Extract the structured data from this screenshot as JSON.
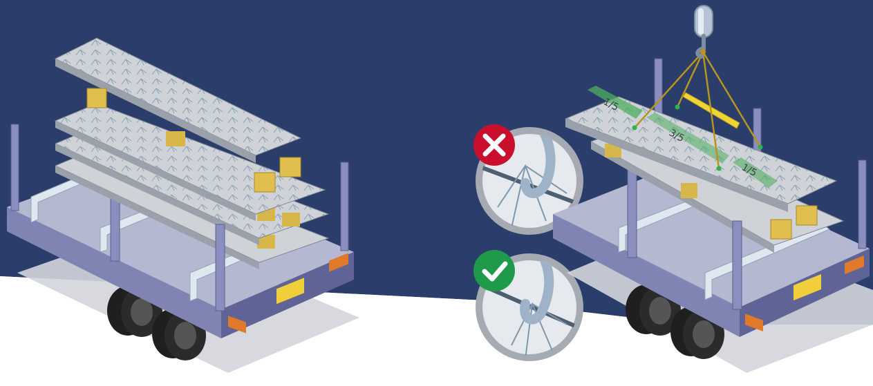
{
  "scene": {
    "background_color": "#2a3d6b",
    "ground_color": "#ffffff",
    "shadow_color": "#d5d7dc"
  },
  "left_trailer": {
    "description_icon": "trailer-with-stacked-slabs",
    "slab_count": 4,
    "spacer_color": "#d7b64a"
  },
  "right_trailer": {
    "description_icon": "trailer-with-slab-being-lifted",
    "slab_count": 2,
    "lift_zone_labels": [
      "1/5",
      "3/5",
      "1/5"
    ],
    "lift_zone_color": "#4fae5f",
    "sling_color": "#b8951e"
  },
  "details": [
    {
      "status": "wrong",
      "icon": "cross-icon",
      "color": "#c8102e"
    },
    {
      "status": "correct",
      "icon": "check-icon",
      "color": "#1f9a4a"
    }
  ],
  "colors": {
    "slab_top": "#cfd3d8",
    "slab_side": "#9aa1ab",
    "deck_top": "#b4b8d0",
    "deck_side": "#6b6f9c",
    "post": "#8a8fbf",
    "lamp": "#e07a2a",
    "plate": "#f0cf3a",
    "tire": "#2b2b2b"
  }
}
